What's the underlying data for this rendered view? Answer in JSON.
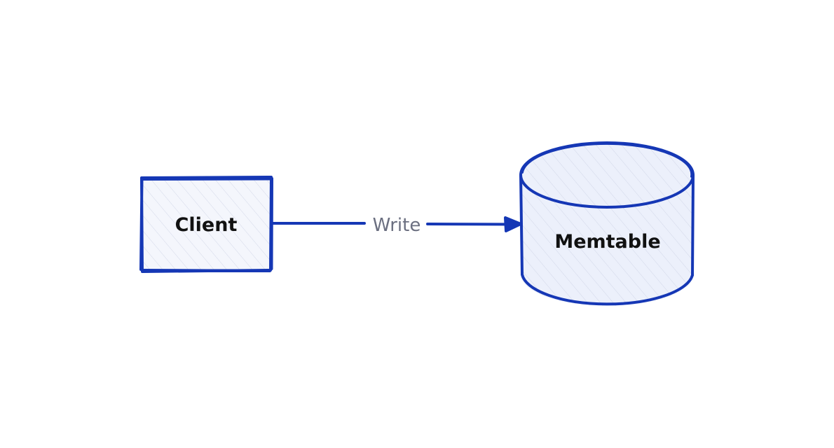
{
  "colors": {
    "stroke": "#1537b5",
    "client_fill": "#f4f6fc",
    "memtable_fill": "#ecf0fb",
    "hatch": "#c6cce0",
    "edge_label": "#6b6f80",
    "text": "#111111"
  },
  "nodes": {
    "client": {
      "label": "Client",
      "shape": "rectangle"
    },
    "memtable": {
      "label": "Memtable",
      "shape": "cylinder"
    }
  },
  "edges": [
    {
      "from": "client",
      "to": "memtable",
      "label": "Write",
      "arrow": "end"
    }
  ]
}
